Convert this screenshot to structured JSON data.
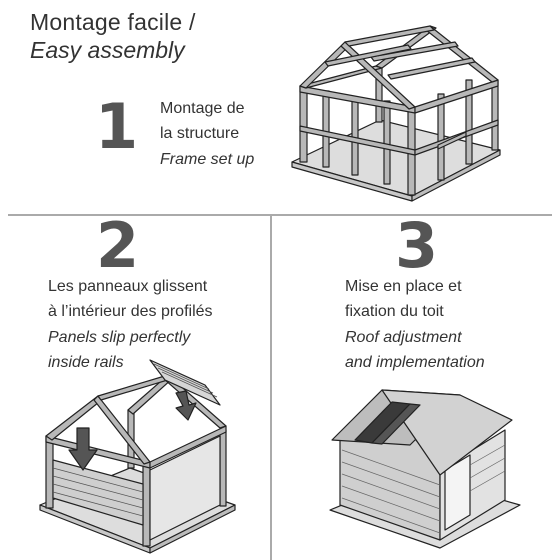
{
  "header": {
    "title_fr": "Montage facile /",
    "title_en": "Easy assembly"
  },
  "steps": [
    {
      "number": "1",
      "line1": "Montage de",
      "line2": "la structure",
      "line3": "Frame set up"
    },
    {
      "number": "2",
      "line1": "Les panneaux glissent",
      "line2": "à l’intérieur des profilés",
      "line3": "Panels slip perfectly",
      "line4": "inside rails"
    },
    {
      "number": "3",
      "line1": "Mise en place et",
      "line2": "fixation du toit",
      "line3": "Roof adjustment",
      "line4": "and implementation"
    }
  ],
  "colors": {
    "text": "#333333",
    "number": "#555555",
    "divider": "#aaaaaa",
    "frame": "#b8b8b8",
    "base": "#dddddd",
    "roof_dark": "#3a3a3a"
  }
}
